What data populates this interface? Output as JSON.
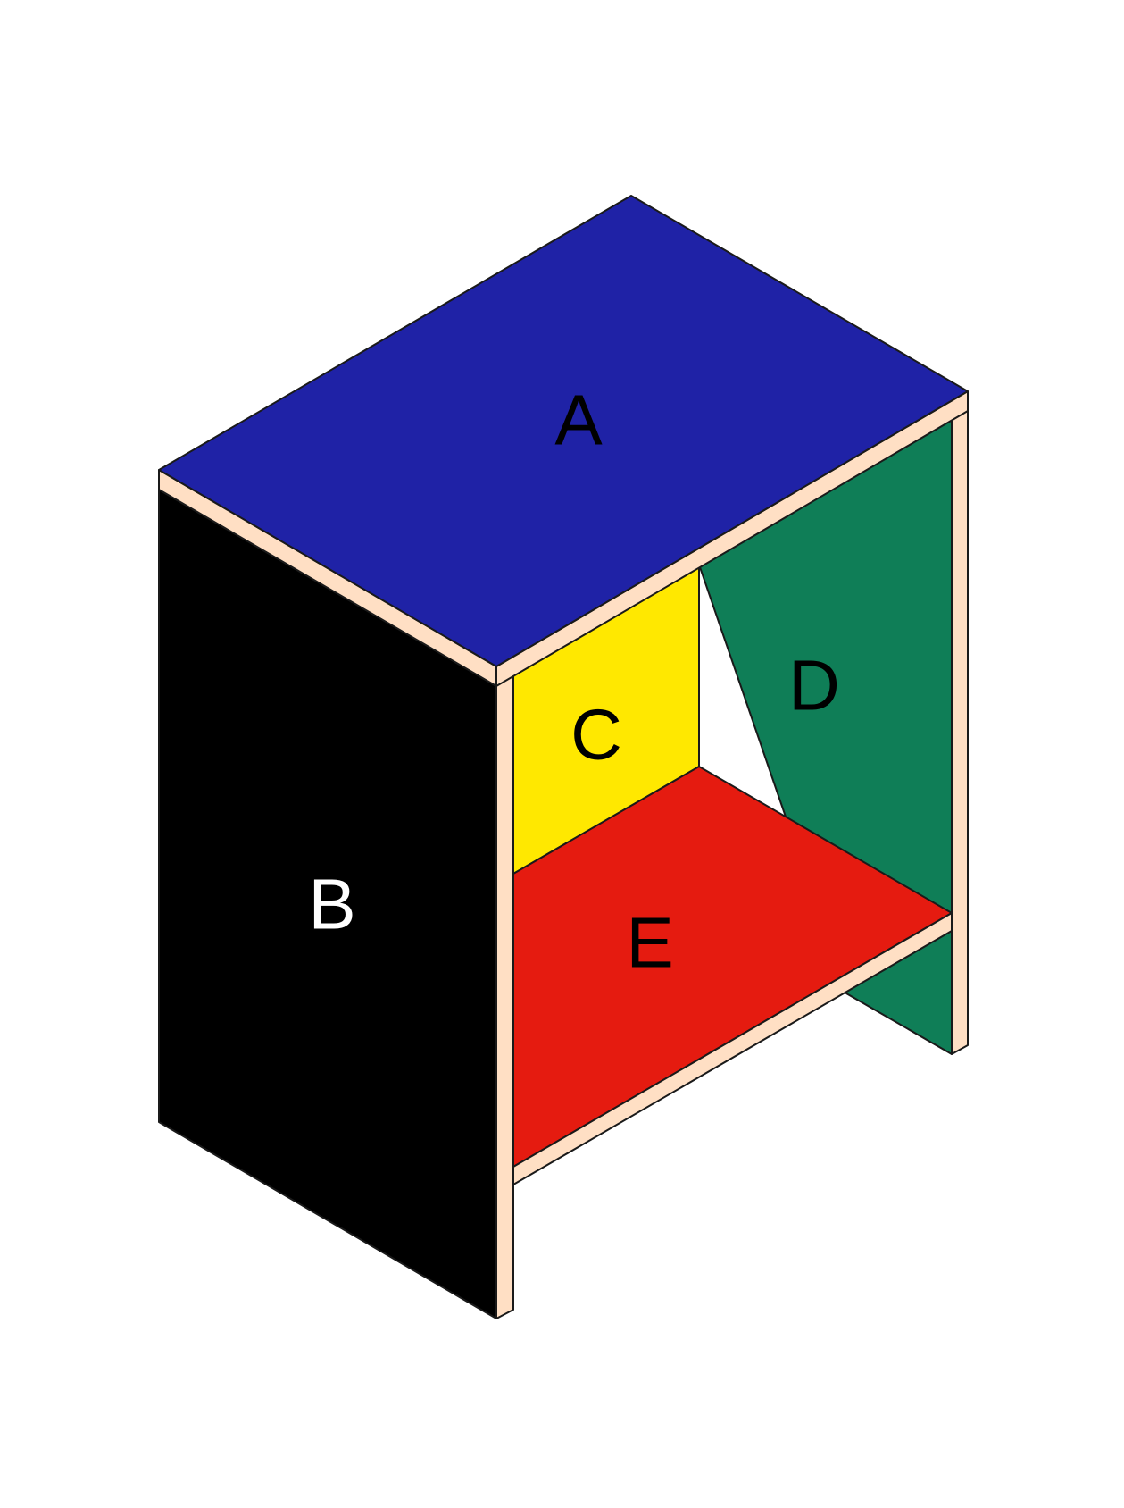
{
  "colors": {
    "top": "#1f22a6",
    "left_side": "#000000",
    "back_left": "#ffe800",
    "back_right": "#0f7e57",
    "shelf": "#e51b10",
    "edge": "#ffdfc4",
    "background": "#ffffff"
  },
  "labels": {
    "top": "A",
    "left_side": "B",
    "back_left": "C",
    "back_right": "D",
    "shelf": "E"
  },
  "label_colors": {
    "top": "#000000",
    "left_side": "#ffffff",
    "back_left": "#000000",
    "back_right": "#000000",
    "shelf": "#000000"
  }
}
